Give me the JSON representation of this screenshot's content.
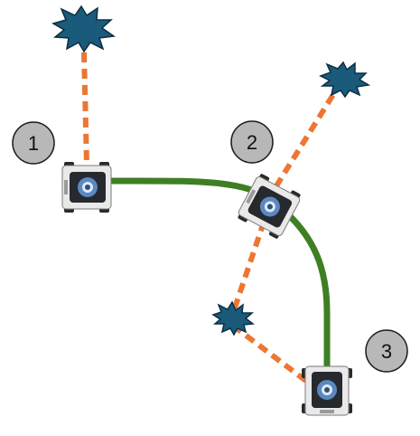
{
  "diagram": {
    "colors": {
      "path": "#3e7f24",
      "measurement_line": "#ec7632",
      "landmark": "#1a5a7a",
      "landmark_stroke": "#0b2f44",
      "step_circle": "#b8b8b8",
      "step_circle_stroke": "#1e1e1e",
      "robot_body": "#e9e9ea",
      "robot_top": "#26292e",
      "robot_sensor": "#5b88c0"
    },
    "steps": [
      {
        "label": "1",
        "icon": "robot-icon"
      },
      {
        "label": "2",
        "icon": "robot-icon"
      },
      {
        "label": "3",
        "icon": "robot-icon"
      }
    ],
    "landmarks": [
      {
        "icon": "star-burst-icon"
      },
      {
        "icon": "star-burst-icon"
      },
      {
        "icon": "star-burst-icon"
      }
    ]
  }
}
